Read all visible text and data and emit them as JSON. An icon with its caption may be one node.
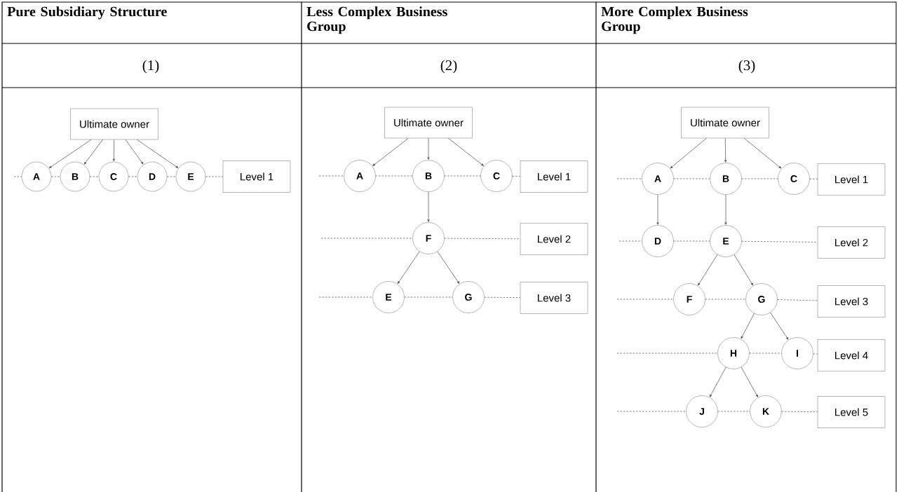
{
  "diagram": {
    "nodes": [
      {
        "text": [
          "Ultimate owner"
        ]
      },
      {
        "text": [
          "A"
        ]
      },
      {
        "text": [
          "B"
        ]
      },
      {
        "text": [
          "C"
        ]
      },
      {
        "text": [
          "D"
        ]
      },
      {
        "text": [
          "E"
        ]
      },
      {
        "text": [
          "Level 1"
        ]
      },
      {
        "text": [
          "Ultimate owner"
        ]
      },
      {
        "text": [
          "A"
        ]
      },
      {
        "text": [
          "B"
        ]
      },
      {
        "text": [
          "C"
        ]
      },
      {
        "text": [
          "Level 1"
        ]
      },
      {
        "text": [
          "F"
        ]
      },
      {
        "text": [
          "Level 2"
        ]
      },
      {
        "text": [
          "E"
        ]
      },
      {
        "text": [
          "G"
        ]
      },
      {
        "text": [
          "Level 3"
        ]
      },
      {
        "text": [
          "Ultimate owner"
        ]
      },
      {
        "text": [
          "A"
        ]
      },
      {
        "text": [
          "B"
        ]
      },
      {
        "text": [
          "C"
        ]
      },
      {
        "text": [
          "Level 1"
        ]
      },
      {
        "text": [
          "D"
        ]
      },
      {
        "text": [
          "E"
        ]
      },
      {
        "text": [
          "Level 2"
        ]
      },
      {
        "text": [
          "F"
        ]
      },
      {
        "text": [
          "G"
        ]
      },
      {
        "text": [
          "Level 3"
        ]
      },
      {
        "text": [
          "H"
        ]
      },
      {
        "text": [
          "I"
        ]
      },
      {
        "text": [
          "Level 4"
        ]
      },
      {
        "text": [
          "J"
        ]
      },
      {
        "text": [
          "K"
        ]
      },
      {
        "text": [
          "Level 5"
        ]
      }
    ],
    "edges": [
      {
        "from": 0,
        "to": 1,
        "arrow": "to"
      },
      {
        "from": 0,
        "to": 2,
        "arrow": "to"
      },
      {
        "from": 0,
        "to": 3,
        "arrow": "to"
      },
      {
        "from": 0,
        "to": 4,
        "arrow": "to"
      },
      {
        "from": 0,
        "to": 5,
        "arrow": "to"
      },
      {
        "from": null,
        "to": 1,
        "arrow": "none",
        "style": "dashed"
      },
      {
        "from": 1,
        "to": 2,
        "arrow": "none",
        "style": "dashed"
      },
      {
        "from": 2,
        "to": 3,
        "arrow": "none",
        "style": "dashed"
      },
      {
        "from": 3,
        "to": 4,
        "arrow": "none",
        "style": "dashed"
      },
      {
        "from": 4,
        "to": 5,
        "arrow": "none",
        "style": "dashed"
      },
      {
        "from": 5,
        "to": 6,
        "arrow": "none",
        "style": "dashed"
      },
      {
        "from": 7,
        "to": 8,
        "arrow": "to"
      },
      {
        "from": 7,
        "to": 9,
        "arrow": "to"
      },
      {
        "from": 7,
        "to": 10,
        "arrow": "to"
      },
      {
        "from": 9,
        "to": 12,
        "arrow": "to"
      },
      {
        "from": 12,
        "to": 14,
        "arrow": "to"
      },
      {
        "from": 12,
        "to": 15,
        "arrow": "to"
      },
      {
        "from": null,
        "to": 8,
        "arrow": "none",
        "style": "dashed"
      },
      {
        "from": 8,
        "to": 9,
        "arrow": "none",
        "style": "dashed"
      },
      {
        "from": 9,
        "to": 10,
        "arrow": "none",
        "style": "dashed"
      },
      {
        "from": 10,
        "to": 11,
        "arrow": "none",
        "style": "dashed"
      },
      {
        "from": null,
        "to": 12,
        "arrow": "none",
        "style": "dashed"
      },
      {
        "from": 12,
        "to": 13,
        "arrow": "none",
        "style": "dashed"
      },
      {
        "from": null,
        "to": 14,
        "arrow": "none",
        "style": "dashed"
      },
      {
        "from": 14,
        "to": 15,
        "arrow": "none",
        "style": "dashed"
      },
      {
        "from": 15,
        "to": 16,
        "arrow": "none",
        "style": "dashed"
      },
      {
        "from": 17,
        "to": 18,
        "arrow": "to"
      },
      {
        "from": 17,
        "to": 19,
        "arrow": "to"
      },
      {
        "from": 17,
        "to": 20,
        "arrow": "to"
      },
      {
        "from": 18,
        "to": 22,
        "arrow": "to"
      },
      {
        "from": 19,
        "to": 23,
        "arrow": "to"
      },
      {
        "from": 23,
        "to": 25,
        "arrow": "to"
      },
      {
        "from": 23,
        "to": 26,
        "arrow": "to"
      },
      {
        "from": 26,
        "to": 28,
        "arrow": "to"
      },
      {
        "from": 26,
        "to": 29,
        "arrow": "to"
      },
      {
        "from": 28,
        "to": 31,
        "arrow": "to"
      },
      {
        "from": 28,
        "to": 32,
        "arrow": "to"
      },
      {
        "from": null,
        "to": 18,
        "arrow": "none",
        "style": "dashed"
      },
      {
        "from": 18,
        "to": 19,
        "arrow": "none",
        "style": "dashed"
      },
      {
        "from": 19,
        "to": 20,
        "arrow": "none",
        "style": "dashed"
      },
      {
        "from": 20,
        "to": 21,
        "arrow": "none",
        "style": "dashed"
      },
      {
        "from": null,
        "to": 22,
        "arrow": "none",
        "style": "dashed"
      },
      {
        "from": 22,
        "to": 23,
        "arrow": "none",
        "style": "dashed"
      },
      {
        "from": 23,
        "to": 24,
        "arrow": "none",
        "style": "dashed"
      },
      {
        "from": null,
        "to": 25,
        "arrow": "none",
        "style": "dashed"
      },
      {
        "from": 25,
        "to": 26,
        "arrow": "none",
        "style": "dashed"
      },
      {
        "from": 26,
        "to": 27,
        "arrow": "none",
        "style": "dashed"
      },
      {
        "from": null,
        "to": 28,
        "arrow": "none",
        "style": "dashed"
      },
      {
        "from": 28,
        "to": 29,
        "arrow": "none",
        "style": "dashed"
      },
      {
        "from": 29,
        "to": 30,
        "arrow": "none",
        "style": "dashed"
      },
      {
        "from": null,
        "to": 31,
        "arrow": "none",
        "style": "dashed"
      },
      {
        "from": 31,
        "to": 32,
        "arrow": "none",
        "style": "dashed"
      },
      {
        "from": 32,
        "to": 33,
        "arrow": "none",
        "style": "dashed"
      }
    ],
    "labels": [
      "Pure Subsidiary Structure",
      "Less Complex Business Group",
      "More Complex Business Group",
      "(1)",
      "(2)",
      "(3)"
    ]
  }
}
